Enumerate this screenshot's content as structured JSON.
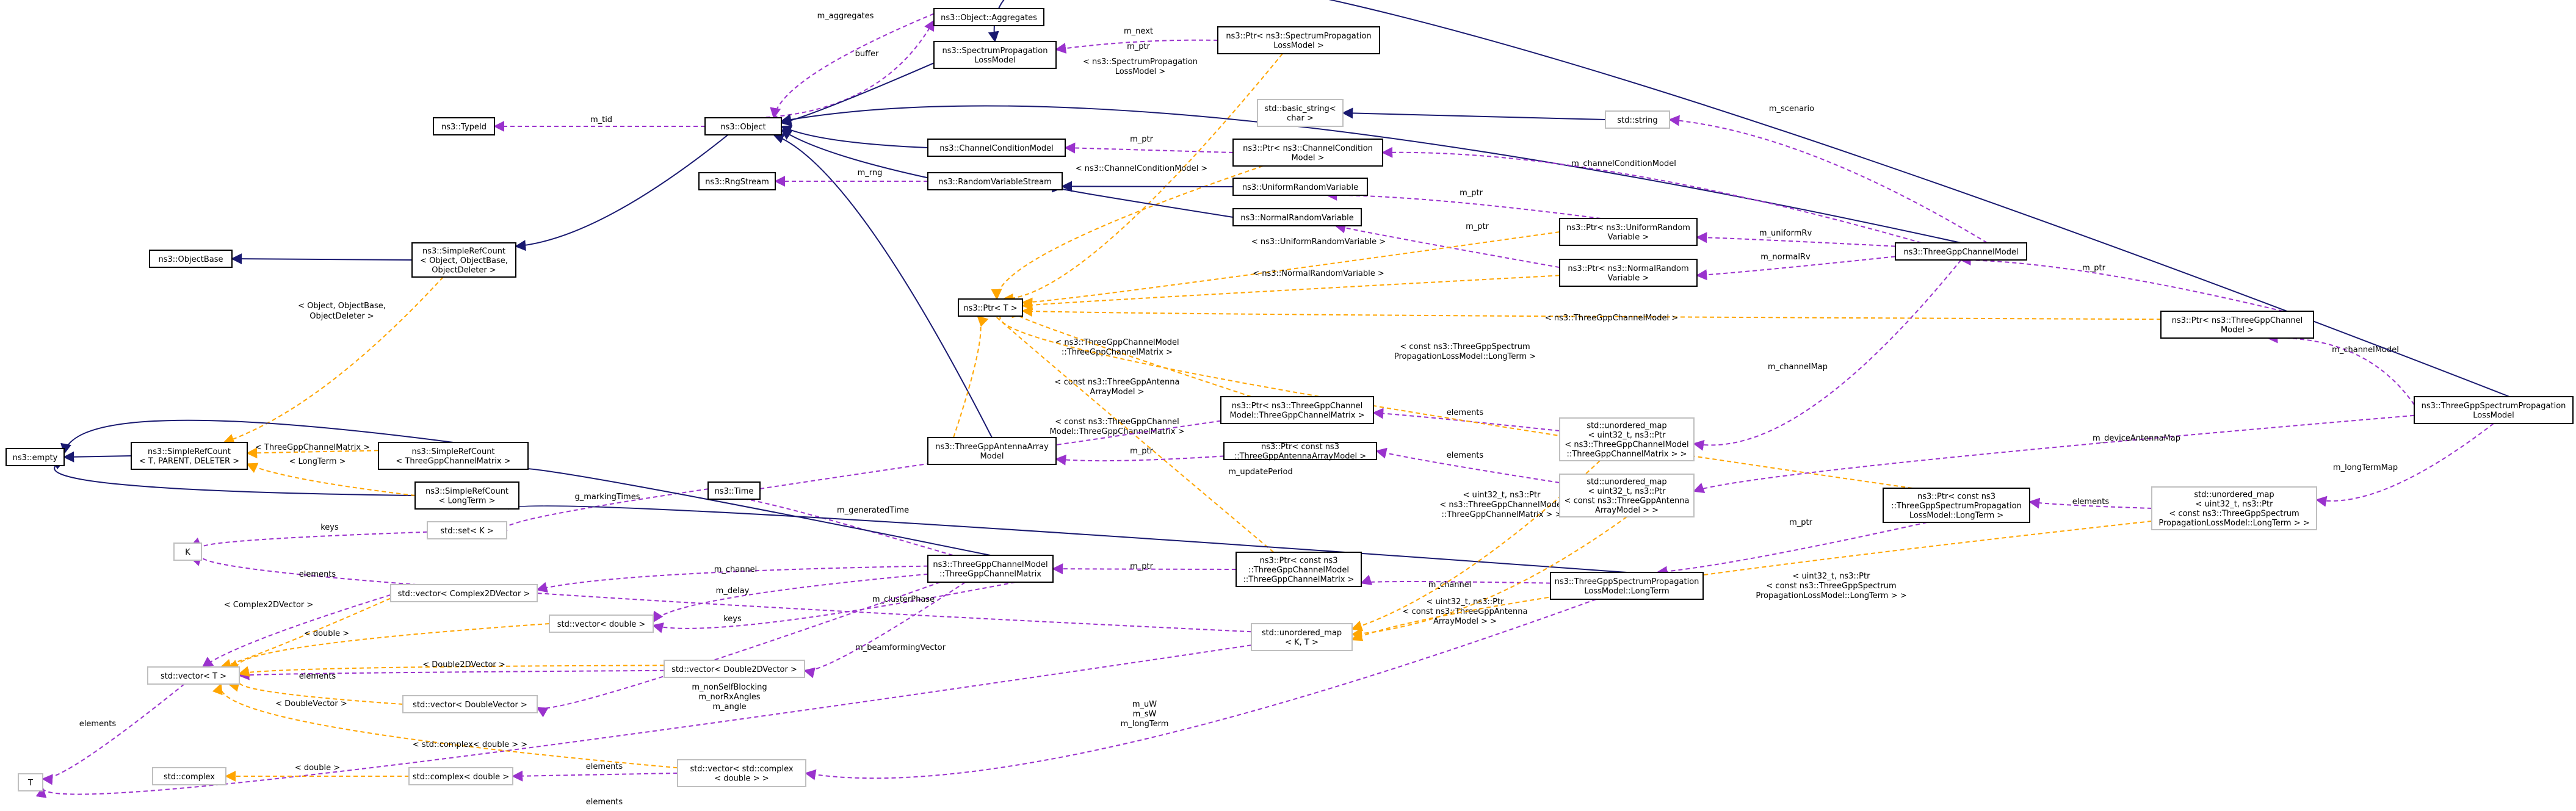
{
  "colors": {
    "inherit": "#191970",
    "usage": "#9a32cd",
    "template": "#ffa500",
    "node_border": "#000000",
    "node_border_external": "#bfbfbf",
    "focus_fill": "#bfbfbf"
  },
  "nodes": [
    {
      "id": "aggregates",
      "lines": [
        "ns3::Object::Aggregates"
      ]
    },
    {
      "id": "spl",
      "lines": [
        "ns3::SpectrumPropagation",
        "LossModel"
      ]
    },
    {
      "id": "ptrspl",
      "lines": [
        "ns3::Ptr< ns3::SpectrumPropagation",
        "LossModel >"
      ]
    },
    {
      "id": "typeid",
      "lines": [
        "ns3::TypeId"
      ]
    },
    {
      "id": "object",
      "lines": [
        "ns3::Object"
      ]
    },
    {
      "id": "basicstr",
      "lines": [
        "std::basic_string<",
        "char >"
      ],
      "external": true
    },
    {
      "id": "stdstring",
      "lines": [
        "std::string"
      ],
      "external": true
    },
    {
      "id": "ccm",
      "lines": [
        "ns3::ChannelConditionModel"
      ]
    },
    {
      "id": "ptrccm",
      "lines": [
        "ns3::Ptr< ns3::ChannelCondition",
        "Model >"
      ]
    },
    {
      "id": "rngstream",
      "lines": [
        "ns3::RngStream"
      ]
    },
    {
      "id": "rvs",
      "lines": [
        "ns3::RandomVariableStream"
      ]
    },
    {
      "id": "urv",
      "lines": [
        "ns3::UniformRandomVariable"
      ]
    },
    {
      "id": "nrv",
      "lines": [
        "ns3::NormalRandomVariable"
      ]
    },
    {
      "id": "objectbase",
      "lines": [
        "ns3::ObjectBase"
      ]
    },
    {
      "id": "srcobj",
      "lines": [
        "ns3::SimpleRefCount",
        "< Object, ObjectBase,",
        "ObjectDeleter >"
      ]
    },
    {
      "id": "ptrurv",
      "lines": [
        "ns3::Ptr< ns3::UniformRandom",
        "Variable >"
      ]
    },
    {
      "id": "tgcm",
      "lines": [
        "ns3::ThreeGppChannelModel"
      ]
    },
    {
      "id": "ptrnrv",
      "lines": [
        "ns3::Ptr< ns3::NormalRandom",
        "Variable >"
      ]
    },
    {
      "id": "ptrT",
      "lines": [
        "ns3::Ptr< T >"
      ]
    },
    {
      "id": "ptrtgcm",
      "lines": [
        "ns3::Ptr< ns3::ThreeGppChannel",
        "Model >"
      ]
    },
    {
      "id": "focus",
      "lines": [
        "ns3::ThreeGppSpectrumPropagation",
        "LossModel"
      ],
      "focus": true
    },
    {
      "id": "ptrcm",
      "lines": [
        "ns3::Ptr< ns3::ThreeGppChannel",
        "Model::ThreeGppChannelMatrix >"
      ]
    },
    {
      "id": "umap1",
      "lines": [
        "std::unordered_map",
        "< uint32_t, ns3::Ptr",
        "< ns3::ThreeGppChannelModel",
        "::ThreeGppChannelMatrix > >"
      ],
      "external": true
    },
    {
      "id": "empty",
      "lines": [
        "ns3::empty"
      ]
    },
    {
      "id": "srcT",
      "lines": [
        "ns3::SimpleRefCount",
        "< T, PARENT, DELETER >"
      ]
    },
    {
      "id": "srccm",
      "lines": [
        "ns3::SimpleRefCount",
        "< ThreeGppChannelMatrix >"
      ]
    },
    {
      "id": "aam",
      "lines": [
        "ns3::ThreeGppAntennaArray",
        "Model"
      ]
    },
    {
      "id": "ptraam",
      "lines": [
        "ns3::Ptr< const ns3",
        "::ThreeGppAntennaArrayModel >"
      ]
    },
    {
      "id": "umap2",
      "lines": [
        "std::unordered_map",
        "< uint32_t, ns3::Ptr",
        "< const ns3::ThreeGppAntenna",
        "ArrayModel > >"
      ],
      "external": true
    },
    {
      "id": "srclt",
      "lines": [
        "ns3::SimpleRefCount",
        "< LongTerm >"
      ]
    },
    {
      "id": "time",
      "lines": [
        "ns3::Time"
      ]
    },
    {
      "id": "setK",
      "lines": [
        "std::set< K >"
      ],
      "external": true
    },
    {
      "id": "ptrlt",
      "lines": [
        "ns3::Ptr< const ns3",
        "::ThreeGppSpectrumPropagation",
        "LossModel::LongTerm >"
      ]
    },
    {
      "id": "umap3",
      "lines": [
        "std::unordered_map",
        "< uint32_t, ns3::Ptr",
        "< const ns3::ThreeGppSpectrum",
        "PropagationLossModel::LongTerm > >"
      ],
      "external": true
    },
    {
      "id": "K",
      "lines": [
        "K"
      ],
      "external": true
    },
    {
      "id": "vcx2d",
      "lines": [
        "std::vector< Complex2DVector >"
      ],
      "external": true
    },
    {
      "id": "cm",
      "lines": [
        "ns3::ThreeGppChannelModel",
        "::ThreeGppChannelMatrix"
      ]
    },
    {
      "id": "ptrccmx",
      "lines": [
        "ns3::Ptr< const ns3",
        "::ThreeGppChannelModel",
        "::ThreeGppChannelMatrix >"
      ]
    },
    {
      "id": "lt",
      "lines": [
        "ns3::ThreeGppSpectrumPropagation",
        "LossModel::LongTerm"
      ]
    },
    {
      "id": "vdouble",
      "lines": [
        "std::vector< double >"
      ],
      "external": true
    },
    {
      "id": "umapKT",
      "lines": [
        "std::unordered_map",
        "< K, T >"
      ],
      "external": true
    },
    {
      "id": "vT",
      "lines": [
        "std::vector< T >"
      ],
      "external": true
    },
    {
      "id": "vd2d",
      "lines": [
        "std::vector< Double2DVector >"
      ],
      "external": true
    },
    {
      "id": "vdv",
      "lines": [
        "std::vector< DoubleVector >"
      ],
      "external": true
    },
    {
      "id": "T",
      "lines": [
        "T"
      ],
      "external": true
    },
    {
      "id": "stdcomplex",
      "lines": [
        "std::complex"
      ],
      "external": true
    },
    {
      "id": "cplx",
      "lines": [
        "std::complex< double >"
      ],
      "external": true
    },
    {
      "id": "vcplx",
      "lines": [
        "std::vector< std::complex",
        "< double > >"
      ],
      "external": true
    }
  ],
  "edges": [
    {
      "id": "e-agg-obj",
      "kind": "usage",
      "labels": [
        "m_aggregates"
      ]
    },
    {
      "id": "e-obj-agg",
      "kind": "usage",
      "labels": [
        "buffer"
      ]
    },
    {
      "id": "e-ptrspl-spl",
      "kind": "usage",
      "labels": [
        "m_next",
        "m_ptr"
      ]
    },
    {
      "id": "e-spl-obj",
      "kind": "inherit",
      "labels": []
    },
    {
      "id": "e-tpl-ptrspl",
      "kind": "template",
      "labels": [
        "< ns3::SpectrumPropagation",
        "LossModel >"
      ]
    },
    {
      "id": "e-tid",
      "kind": "usage",
      "labels": [
        "m_tid"
      ]
    },
    {
      "id": "e-ccm-obj",
      "kind": "inherit",
      "labels": []
    },
    {
      "id": "e-rvs-obj",
      "kind": "inherit",
      "labels": []
    },
    {
      "id": "e-tgcm-obj",
      "kind": "inherit",
      "labels": []
    },
    {
      "id": "e-aam-obj",
      "kind": "inherit",
      "labels": []
    },
    {
      "id": "e-obj-src",
      "kind": "inherit",
      "labels": []
    },
    {
      "id": "e-basic-str",
      "kind": "inherit",
      "labels": []
    },
    {
      "id": "e-scenario",
      "kind": "usage",
      "labels": [
        "m_scenario"
      ]
    },
    {
      "id": "e-ptrccm",
      "kind": "usage",
      "labels": [
        "m_ptr"
      ]
    },
    {
      "id": "e-ccmodel",
      "kind": "usage",
      "labels": [
        "m_channelConditionModel"
      ]
    },
    {
      "id": "e-tpl-ccm",
      "kind": "template",
      "labels": [
        "< ns3::ChannelConditionModel >"
      ]
    },
    {
      "id": "e-rng",
      "kind": "usage",
      "labels": [
        "m_rng"
      ]
    },
    {
      "id": "e-urv-rvs",
      "kind": "inherit",
      "labels": []
    },
    {
      "id": "e-nrv-rvs",
      "kind": "inherit",
      "labels": []
    },
    {
      "id": "e-ptrurv",
      "kind": "usage",
      "labels": [
        "m_ptr"
      ]
    },
    {
      "id": "e-ptrnrv",
      "kind": "usage",
      "labels": [
        "m_ptr"
      ]
    },
    {
      "id": "e-unirv",
      "kind": "usage",
      "labels": [
        "m_uniformRv"
      ]
    },
    {
      "id": "e-normrv",
      "kind": "usage",
      "labels": [
        "m_normalRv"
      ]
    },
    {
      "id": "e-tpl-urv",
      "kind": "template",
      "labels": [
        "< ns3::UniformRandomVariable >"
      ]
    },
    {
      "id": "e-tpl-nrv",
      "kind": "template",
      "labels": [
        "< ns3::NormalRandomVariable >"
      ]
    },
    {
      "id": "e-ob-src",
      "kind": "inherit",
      "labels": []
    },
    {
      "id": "e-tpl-srcobj",
      "kind": "template",
      "labels": [
        "< Object, ObjectBase,",
        "ObjectDeleter >"
      ]
    },
    {
      "id": "e-ptrtgcm",
      "kind": "usage",
      "labels": [
        "m_ptr"
      ]
    },
    {
      "id": "e-tpl-tgcm",
      "kind": "template",
      "labels": [
        "< ns3::ThreeGppChannelModel >"
      ]
    },
    {
      "id": "e-chmodel",
      "kind": "usage",
      "labels": [
        "m_channelModel"
      ]
    },
    {
      "id": "e-focus-spl",
      "kind": "inherit",
      "labels": []
    },
    {
      "id": "e-chmap",
      "kind": "usage",
      "labels": [
        "m_channelMap"
      ]
    },
    {
      "id": "e-um1-elem",
      "kind": "usage",
      "labels": [
        "elements"
      ]
    },
    {
      "id": "e-tpl-cm",
      "kind": "template",
      "labels": [
        "< ns3::ThreeGppChannelModel",
        "::ThreeGppChannelMatrix >"
      ]
    },
    {
      "id": "e-tpl-aam",
      "kind": "template",
      "labels": [
        "< const ns3::ThreeGppAntenna",
        "ArrayModel >"
      ]
    },
    {
      "id": "e-tpl-ccmx",
      "kind": "template",
      "labels": [
        "< const ns3::ThreeGppChannel",
        "Model::ThreeGppChannelMatrix >"
      ]
    },
    {
      "id": "e-tpl-lt",
      "kind": "template",
      "labels": [
        "< const ns3::ThreeGppSpectrum",
        "PropagationLossModel::LongTerm >"
      ]
    },
    {
      "id": "e-src-empty",
      "kind": "inherit",
      "labels": []
    },
    {
      "id": "e-srccm-empty",
      "kind": "inherit",
      "labels": []
    },
    {
      "id": "e-srclt-empty",
      "kind": "inherit",
      "labels": []
    },
    {
      "id": "e-tpl-srccm",
      "kind": "template",
      "labels": [
        "< ThreeGppChannelMatrix >"
      ]
    },
    {
      "id": "e-tpl-srclt",
      "kind": "template",
      "labels": [
        "< LongTerm >"
      ]
    },
    {
      "id": "e-ptraam",
      "kind": "usage",
      "labels": [
        "m_ptr"
      ]
    },
    {
      "id": "e-um2-elem",
      "kind": "usage",
      "labels": [
        "elements"
      ]
    },
    {
      "id": "e-devmap",
      "kind": "usage",
      "labels": [
        "m_deviceAntennaMap"
      ]
    },
    {
      "id": "e-lterm",
      "kind": "usage",
      "labels": [
        "m_longTermMap"
      ]
    },
    {
      "id": "e-um3-elem",
      "kind": "usage",
      "labels": [
        "elements"
      ]
    },
    {
      "id": "e-ptrlt",
      "kind": "usage",
      "labels": [
        "m_ptr"
      ]
    },
    {
      "id": "e-update",
      "kind": "usage",
      "labels": [
        "m_updatePeriod"
      ]
    },
    {
      "id": "e-marking",
      "kind": "usage",
      "labels": [
        "g_markingTimes"
      ]
    },
    {
      "id": "e-gentime",
      "kind": "usage",
      "labels": [
        "m_generatedTime"
      ]
    },
    {
      "id": "e-keys1",
      "kind": "usage",
      "labels": [
        "keys"
      ]
    },
    {
      "id": "e-keys2",
      "kind": "usage",
      "labels": [
        "keys"
      ]
    },
    {
      "id": "e-channel1",
      "kind": "usage",
      "labels": [
        "m_channel"
      ]
    },
    {
      "id": "e-channel2",
      "kind": "usage",
      "labels": [
        "m_channel"
      ]
    },
    {
      "id": "e-ptrccmx",
      "kind": "usage",
      "labels": [
        "m_ptr"
      ]
    },
    {
      "id": "e-delay",
      "kind": "usage",
      "labels": [
        "m_delay"
      ]
    },
    {
      "id": "e-cluster",
      "kind": "usage",
      "labels": [
        "m_clusterPhase"
      ]
    },
    {
      "id": "e-beam",
      "kind": "usage",
      "labels": [
        "m_beamformingVector"
      ]
    },
    {
      "id": "e-angles",
      "kind": "usage",
      "labels": [
        "m_nonSelfBlocking",
        "m_norRxAngles",
        "m_angle"
      ]
    },
    {
      "id": "e-uw",
      "kind": "usage",
      "labels": [
        "m_uW",
        "m_sW",
        "m_longTerm"
      ]
    },
    {
      "id": "e-cm-src",
      "kind": "inherit",
      "labels": []
    },
    {
      "id": "e-lt-src",
      "kind": "inherit",
      "labels": []
    },
    {
      "id": "e-vT-elem1",
      "kind": "usage",
      "labels": [
        "elements"
      ]
    },
    {
      "id": "e-vT-elem2",
      "kind": "usage",
      "labels": [
        "elements"
      ]
    },
    {
      "id": "e-T-elem",
      "kind": "usage",
      "labels": [
        "elements"
      ]
    },
    {
      "id": "e-T-elem2",
      "kind": "usage",
      "labels": [
        "elements"
      ]
    },
    {
      "id": "e-vcplx-elem",
      "kind": "usage",
      "labels": [
        "elements"
      ]
    },
    {
      "id": "e-tpl-c2d",
      "kind": "template",
      "labels": [
        "< Complex2DVector >"
      ]
    },
    {
      "id": "e-tpl-double",
      "kind": "template",
      "labels": [
        "< double >"
      ]
    },
    {
      "id": "e-tpl-d2d",
      "kind": "template",
      "labels": [
        "< Double2DVector >"
      ]
    },
    {
      "id": "e-tpl-dv",
      "kind": "template",
      "labels": [
        "< DoubleVector >"
      ]
    },
    {
      "id": "e-tpl-cplx",
      "kind": "template",
      "labels": [
        "< std::complex< double > >"
      ]
    },
    {
      "id": "e-tpl-cd",
      "kind": "template",
      "labels": [
        "< double >"
      ]
    },
    {
      "id": "e-tpl-umapcm",
      "kind": "template",
      "labels": [
        "< uint32_t, ns3::Ptr",
        "< ns3::ThreeGppChannelModel",
        "::ThreeGppChannelMatrix > >"
      ]
    },
    {
      "id": "e-tpl-umapaam",
      "kind": "template",
      "labels": [
        "< uint32_t, ns3::Ptr",
        "< const ns3::ThreeGppAntenna",
        "ArrayModel > >"
      ]
    },
    {
      "id": "e-tpl-umaplt",
      "kind": "template",
      "labels": [
        "< uint32_t, ns3::Ptr",
        "< const ns3::ThreeGppSpectrum",
        "PropagationLossModel::LongTerm > >"
      ]
    }
  ]
}
